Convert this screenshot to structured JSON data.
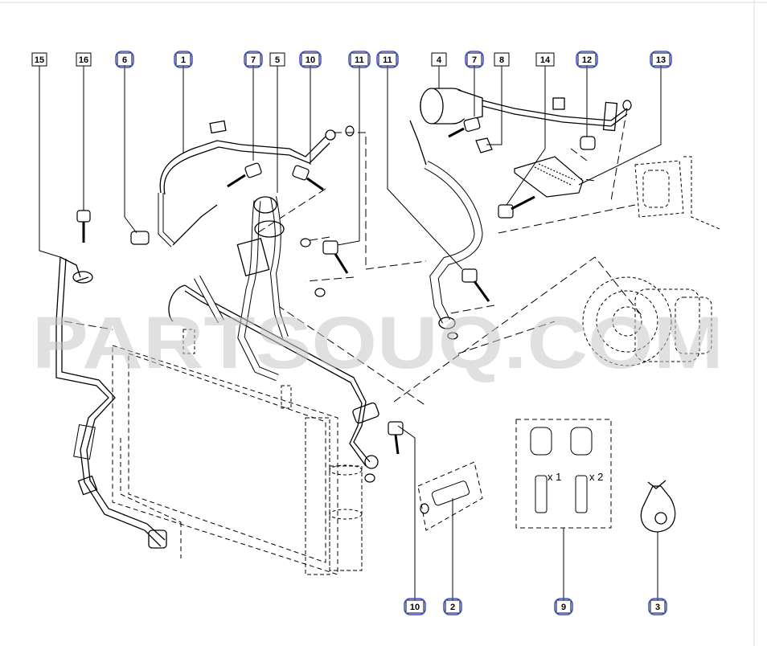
{
  "watermark": "PARTSOUQ.COM",
  "qty_labels": [
    "x 1",
    "x 2"
  ],
  "callouts": {
    "c15": {
      "label": "15",
      "highlight": false
    },
    "c16": {
      "label": "16",
      "highlight": false
    },
    "c6": {
      "label": "6",
      "highlight": true
    },
    "c1": {
      "label": "1",
      "highlight": true
    },
    "c7a": {
      "label": "7",
      "highlight": true
    },
    "c5": {
      "label": "5",
      "highlight": false
    },
    "c10a": {
      "label": "10",
      "highlight": true
    },
    "c11a": {
      "label": "11",
      "highlight": true
    },
    "c11b": {
      "label": "11",
      "highlight": true
    },
    "c4": {
      "label": "4",
      "highlight": false
    },
    "c7b": {
      "label": "7",
      "highlight": true
    },
    "c8": {
      "label": "8",
      "highlight": false
    },
    "c14": {
      "label": "14",
      "highlight": false
    },
    "c12": {
      "label": "12",
      "highlight": true
    },
    "c13": {
      "label": "13",
      "highlight": true
    },
    "c10b": {
      "label": "10",
      "highlight": true
    },
    "c2": {
      "label": "2",
      "highlight": true
    },
    "c9": {
      "label": "9",
      "highlight": true
    },
    "c3": {
      "label": "3",
      "highlight": true
    }
  },
  "colors": {
    "highlight": "#3a4fd8",
    "line": "#000000",
    "watermark": "#c8c8c8"
  }
}
